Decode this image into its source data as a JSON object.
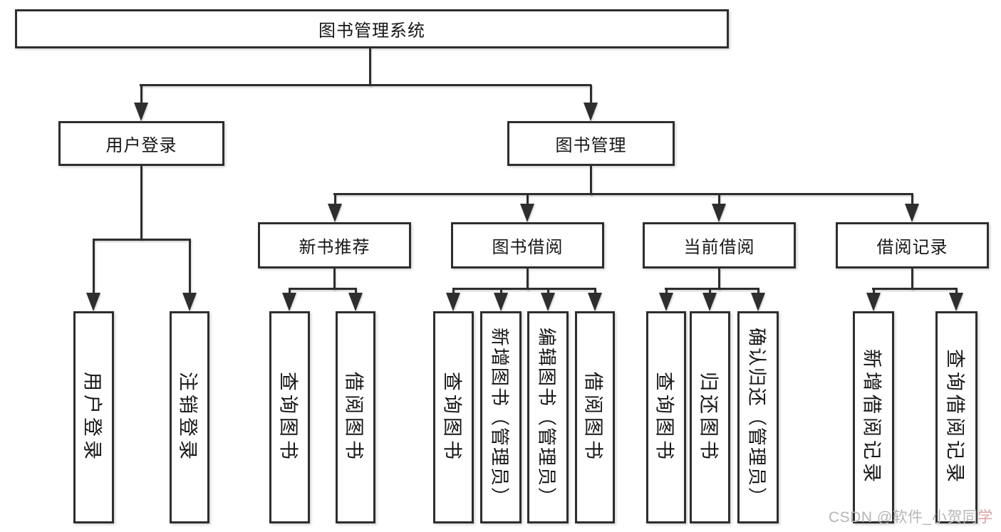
{
  "diagram": {
    "root": {
      "label": "图书管理系统"
    },
    "branches": [
      {
        "id": "user-login",
        "label": "用户登录",
        "children": [
          {
            "label": "用户登录"
          },
          {
            "label": "注销登录"
          }
        ]
      },
      {
        "id": "book-management",
        "label": "图书管理",
        "children": [
          {
            "id": "new-book-recommend",
            "label": "新书推荐",
            "children": [
              {
                "label": "查询图书"
              },
              {
                "label": "借阅图书"
              }
            ]
          },
          {
            "id": "book-borrow",
            "label": "图书借阅",
            "children": [
              {
                "label": "查询图书"
              },
              {
                "label": "新增图书（管理员）"
              },
              {
                "label": "编辑图书（管理员）"
              },
              {
                "label": "借阅图书"
              }
            ]
          },
          {
            "id": "current-borrow",
            "label": "当前借阅",
            "children": [
              {
                "label": "查询图书"
              },
              {
                "label": "归还图书"
              },
              {
                "label": "确认归还（管理员）"
              }
            ]
          },
          {
            "id": "borrow-records",
            "label": "借阅记录",
            "children": [
              {
                "label": "新增借阅记录"
              },
              {
                "label": "查询借阅记录"
              }
            ]
          }
        ]
      }
    ]
  },
  "watermark": {
    "main": "CSDN @软件_小贺同",
    "accent": "学"
  },
  "colors": {
    "line": "#2e2e2e",
    "text": "#161616",
    "watermark": "#b6b6b6",
    "watermark_accent": "#d9a2a2"
  }
}
